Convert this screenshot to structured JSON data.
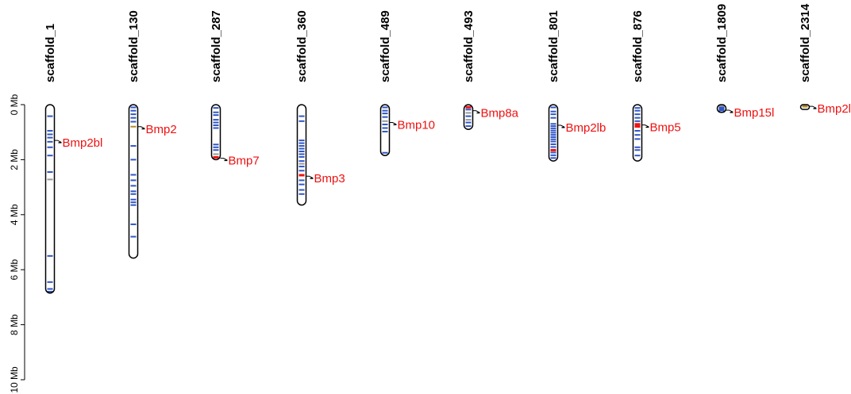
{
  "axis": {
    "unit": "Mb",
    "ticks": [
      {
        "value": 0,
        "label": "0 Mb"
      },
      {
        "value": 2,
        "label": "2 Mb"
      },
      {
        "value": 4,
        "label": "4 Mb"
      },
      {
        "value": 6,
        "label": "6 Mb"
      },
      {
        "value": 8,
        "label": "8 Mb"
      },
      {
        "value": 10,
        "label": "10 Mb"
      }
    ]
  },
  "colors": {
    "band_blue": "#2f55c8",
    "band_gray": "#9a9a9a",
    "band_gold": "#b58a2a",
    "band_red": "#ee1111",
    "label_red": "#ee1111",
    "outline": "#000000"
  },
  "scaffolds": [
    {
      "name": "scaffold_1",
      "length_mb": 6.85,
      "bands": [
        [
          0.42,
          "blue"
        ],
        [
          0.95,
          "blue"
        ],
        [
          1.08,
          "blue"
        ],
        [
          1.2,
          "blue"
        ],
        [
          1.35,
          "blue"
        ],
        [
          1.55,
          "blue"
        ],
        [
          1.85,
          "blue"
        ],
        [
          2.45,
          "blue"
        ],
        [
          2.72,
          "gray"
        ],
        [
          5.5,
          "blue"
        ],
        [
          6.45,
          "blue"
        ],
        [
          6.7,
          "blue"
        ],
        [
          6.8,
          "blue"
        ]
      ],
      "genes": [
        {
          "name": "Bmp2bl",
          "pos_mb": 1.3
        }
      ]
    },
    {
      "name": "scaffold_130",
      "length_mb": 5.58,
      "bands": [
        [
          0.1,
          "blue"
        ],
        [
          0.22,
          "blue"
        ],
        [
          0.35,
          "blue"
        ],
        [
          0.48,
          "blue"
        ],
        [
          0.62,
          "blue"
        ],
        [
          0.8,
          "gold"
        ],
        [
          1.5,
          "blue"
        ],
        [
          2.0,
          "blue"
        ],
        [
          2.55,
          "blue"
        ],
        [
          2.75,
          "blue"
        ],
        [
          2.95,
          "blue"
        ],
        [
          3.15,
          "blue"
        ],
        [
          3.25,
          "blue"
        ],
        [
          3.45,
          "blue"
        ],
        [
          3.55,
          "blue"
        ],
        [
          3.65,
          "blue"
        ],
        [
          4.35,
          "blue"
        ],
        [
          4.8,
          "blue"
        ]
      ],
      "genes": [
        {
          "name": "Bmp2",
          "pos_mb": 0.8
        }
      ]
    },
    {
      "name": "scaffold_287",
      "length_mb": 2.0,
      "bands": [
        [
          0.12,
          "blue"
        ],
        [
          0.28,
          "blue"
        ],
        [
          0.38,
          "blue"
        ],
        [
          0.55,
          "blue"
        ],
        [
          0.65,
          "blue"
        ],
        [
          0.75,
          "blue"
        ],
        [
          0.85,
          "blue"
        ],
        [
          1.45,
          "blue"
        ],
        [
          1.55,
          "blue"
        ],
        [
          1.65,
          "blue"
        ],
        [
          1.8,
          "gray"
        ],
        [
          1.9,
          "red"
        ]
      ],
      "genes": [
        {
          "name": "Bmp7",
          "pos_mb": 1.95
        }
      ]
    },
    {
      "name": "scaffold_360",
      "length_mb": 3.65,
      "bands": [
        [
          0.42,
          "blue"
        ],
        [
          0.6,
          "blue"
        ],
        [
          1.3,
          "blue"
        ],
        [
          1.4,
          "blue"
        ],
        [
          1.5,
          "blue"
        ],
        [
          1.6,
          "blue"
        ],
        [
          1.7,
          "blue"
        ],
        [
          1.8,
          "blue"
        ],
        [
          1.9,
          "blue"
        ],
        [
          2.05,
          "blue"
        ],
        [
          2.15,
          "gray"
        ],
        [
          2.25,
          "blue"
        ],
        [
          2.4,
          "blue"
        ],
        [
          2.55,
          "red"
        ],
        [
          2.75,
          "blue"
        ],
        [
          2.9,
          "blue"
        ],
        [
          3.1,
          "blue"
        ],
        [
          3.25,
          "blue"
        ]
      ],
      "genes": [
        {
          "name": "Bmp3",
          "pos_mb": 2.6
        }
      ]
    },
    {
      "name": "scaffold_489",
      "length_mb": 1.85,
      "bands": [
        [
          0.1,
          "blue"
        ],
        [
          0.22,
          "blue"
        ],
        [
          0.32,
          "blue"
        ],
        [
          0.45,
          "blue"
        ],
        [
          0.6,
          "gray"
        ],
        [
          0.72,
          "blue"
        ],
        [
          0.85,
          "blue"
        ],
        [
          0.98,
          "blue"
        ],
        [
          1.75,
          "blue"
        ]
      ],
      "genes": [
        {
          "name": "Bmp10",
          "pos_mb": 0.65
        }
      ]
    },
    {
      "name": "scaffold_493",
      "length_mb": 0.9,
      "bands": [
        [
          0.08,
          "red"
        ],
        [
          0.18,
          "blue"
        ],
        [
          0.3,
          "gray"
        ],
        [
          0.42,
          "blue"
        ],
        [
          0.55,
          "gray"
        ],
        [
          0.65,
          "blue"
        ],
        [
          0.78,
          "blue"
        ]
      ],
      "genes": [
        {
          "name": "Bmp8a",
          "pos_mb": 0.22
        }
      ]
    },
    {
      "name": "scaffold_801",
      "length_mb": 2.05,
      "bands": [
        [
          0.1,
          "blue"
        ],
        [
          0.25,
          "blue"
        ],
        [
          0.35,
          "blue"
        ],
        [
          0.48,
          "blue"
        ],
        [
          0.7,
          "blue"
        ],
        [
          0.78,
          "blue"
        ],
        [
          0.86,
          "blue"
        ],
        [
          0.94,
          "blue"
        ],
        [
          1.02,
          "blue"
        ],
        [
          1.1,
          "blue"
        ],
        [
          1.18,
          "blue"
        ],
        [
          1.26,
          "blue"
        ],
        [
          1.34,
          "blue"
        ],
        [
          1.44,
          "blue"
        ],
        [
          1.54,
          "blue"
        ],
        [
          1.64,
          "red"
        ],
        [
          1.74,
          "blue"
        ],
        [
          1.84,
          "blue"
        ],
        [
          1.94,
          "blue"
        ]
      ],
      "genes": [
        {
          "name": "Bmp2lb",
          "pos_mb": 0.75
        }
      ]
    },
    {
      "name": "scaffold_876",
      "length_mb": 2.05,
      "bands": [
        [
          0.12,
          "blue"
        ],
        [
          0.22,
          "blue"
        ],
        [
          0.35,
          "blue"
        ],
        [
          0.48,
          "blue"
        ],
        [
          0.6,
          "blue"
        ],
        [
          0.7,
          "red"
        ],
        [
          0.78,
          "red"
        ],
        [
          0.95,
          "blue"
        ],
        [
          1.1,
          "blue"
        ],
        [
          1.25,
          "blue"
        ],
        [
          1.55,
          "blue"
        ],
        [
          1.65,
          "blue"
        ],
        [
          1.85,
          "blue"
        ]
      ],
      "genes": [
        {
          "name": "Bmp5",
          "pos_mb": 0.74
        }
      ]
    },
    {
      "name": "scaffold_1809",
      "length_mb": 0.28,
      "bands": [
        [
          0.05,
          "gray"
        ],
        [
          0.12,
          "blue"
        ],
        [
          0.2,
          "blue"
        ]
      ],
      "genes": [
        {
          "name": "Bmp15l",
          "pos_mb": 0.2
        }
      ]
    },
    {
      "name": "scaffold_2314",
      "length_mb": 0.12,
      "bands": [
        [
          0.06,
          "gold"
        ]
      ],
      "genes": [
        {
          "name": "Bmp2l",
          "pos_mb": 0.06
        }
      ]
    }
  ]
}
